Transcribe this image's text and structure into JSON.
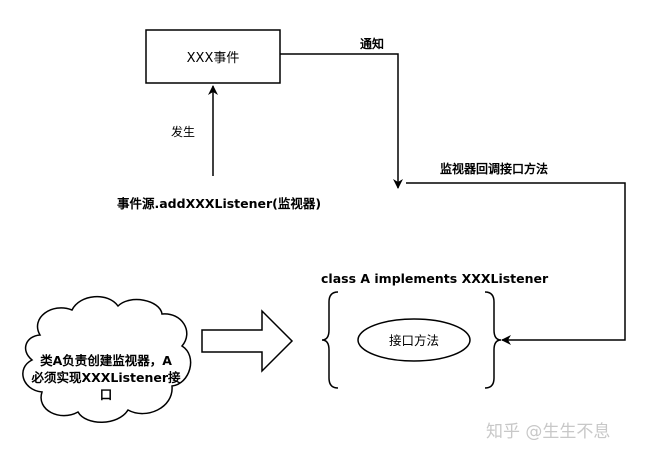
{
  "event_box": {
    "label": "XXX事件"
  },
  "labels": {
    "notify": "通知",
    "occur": "发生",
    "source": "事件源.addXXXListener(监视器)",
    "callback": "监视器回调接口方法",
    "class_decl": "class A implements XXXListener",
    "interface_method": "接口方法"
  },
  "cloud": {
    "lines": [
      "类A负责创建监视器，A",
      "必须实现XXXListener接",
      "口"
    ]
  },
  "watermark": "知乎 @生生不息"
}
